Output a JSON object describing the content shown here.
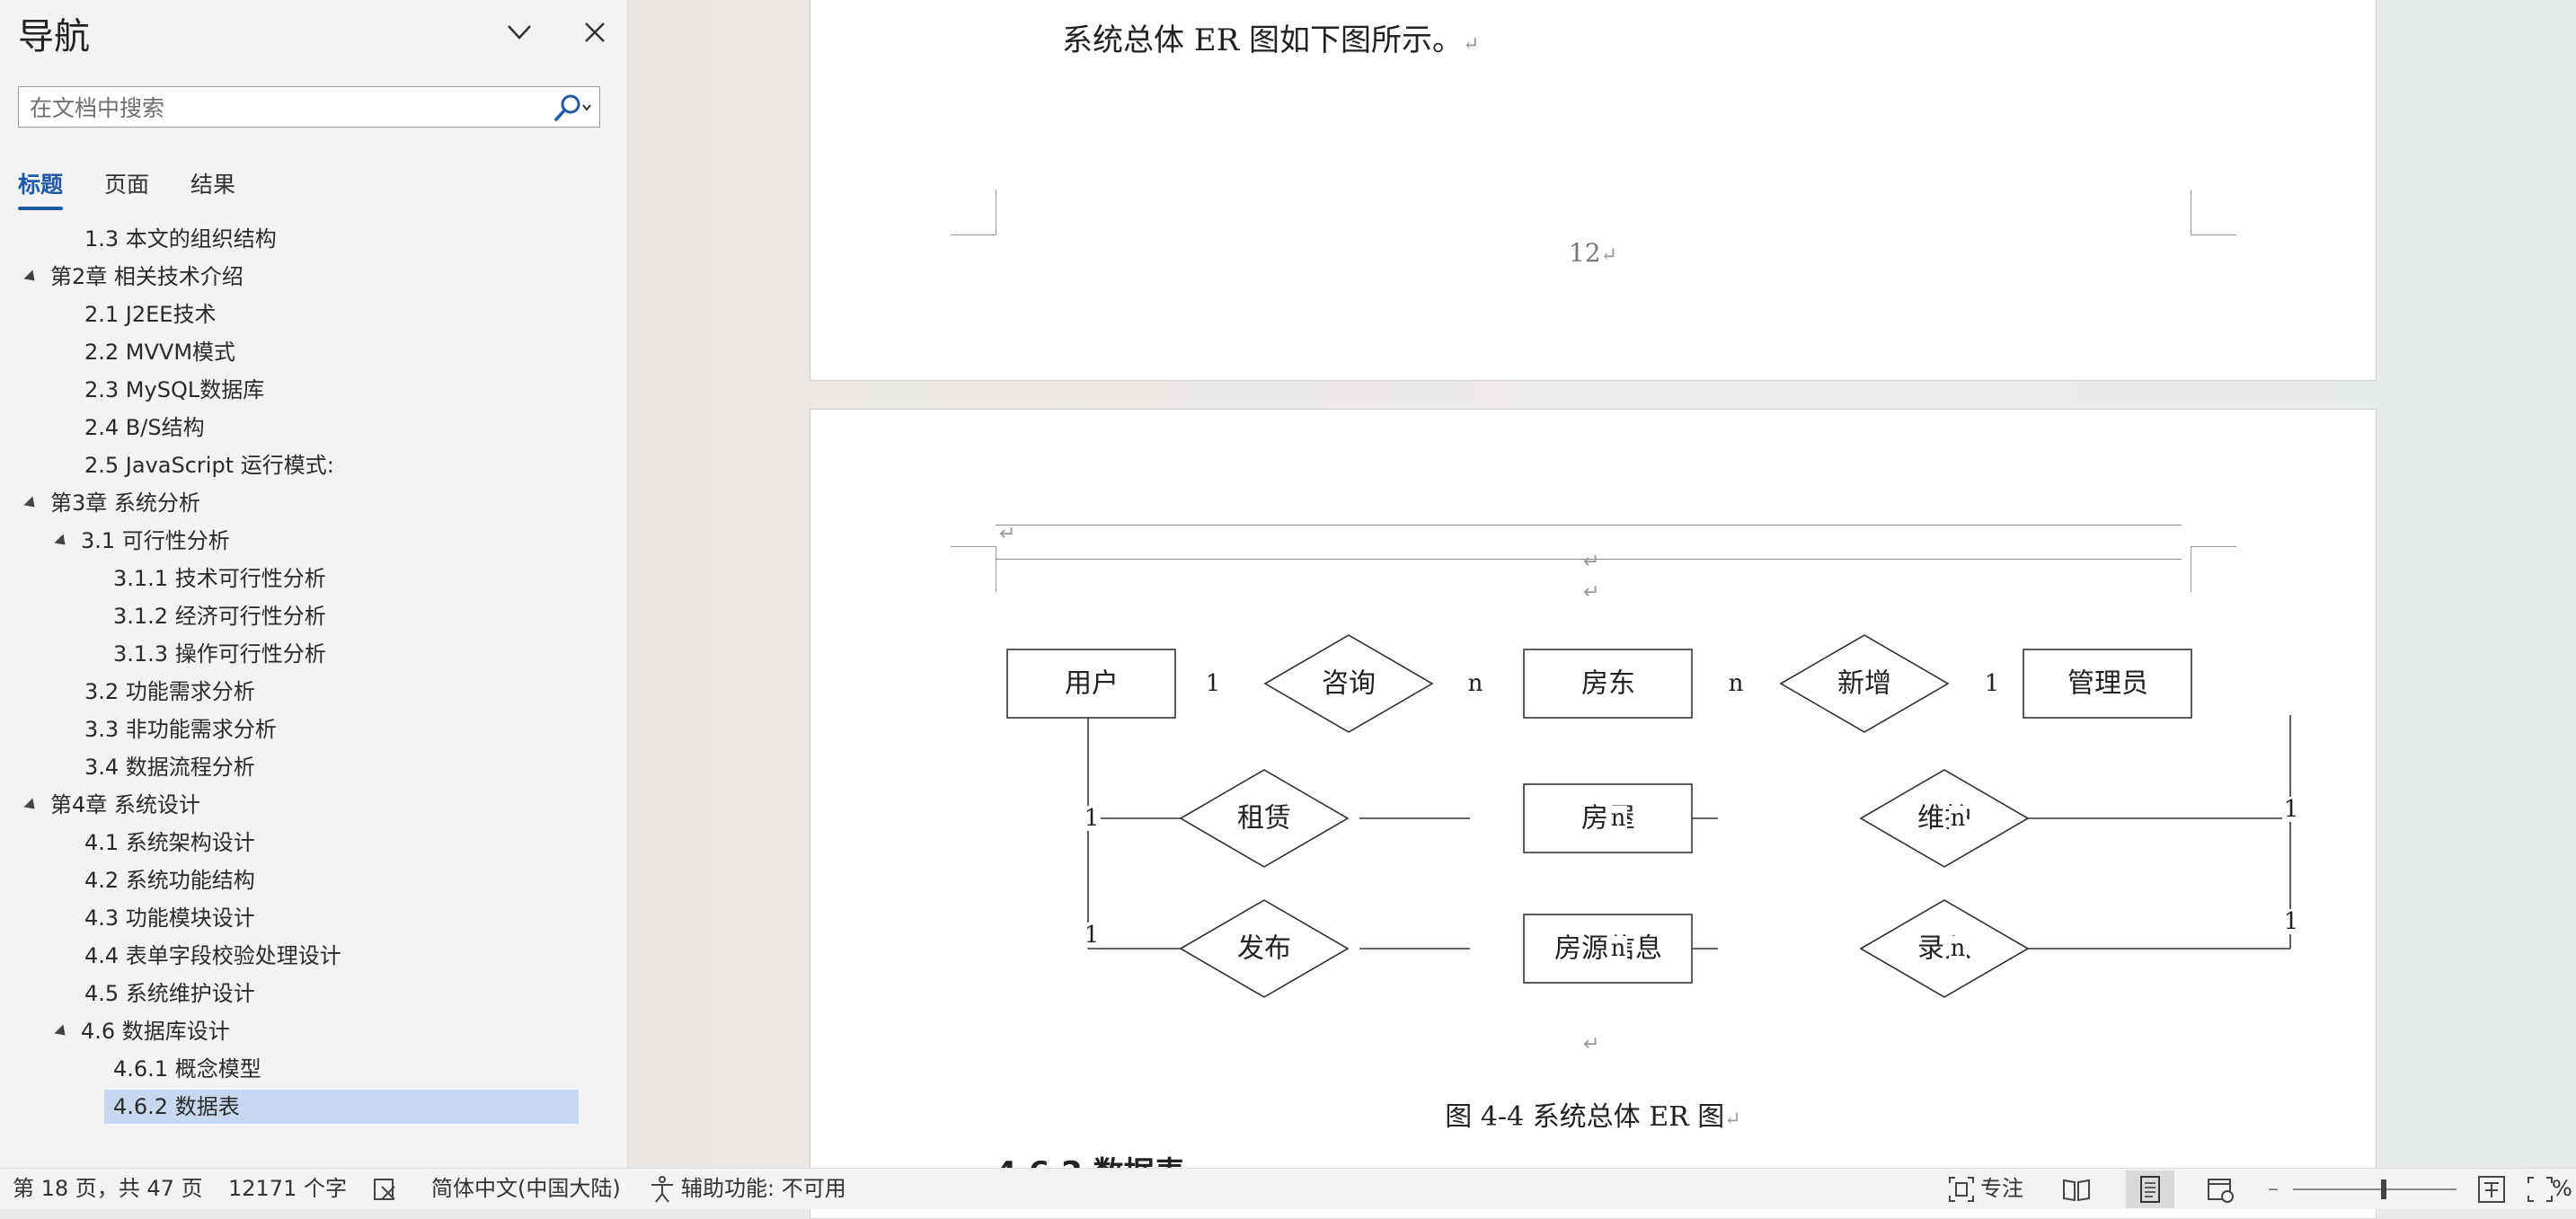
{
  "nav": {
    "title": "导航",
    "search_placeholder": "在文档中搜索",
    "tabs": [
      "标题",
      "页面",
      "结果"
    ],
    "outline": [
      {
        "text": "1.3 本文的组织结构",
        "level": 2
      },
      {
        "text": "第2章 相关技术介绍",
        "level": 1,
        "expanded": true
      },
      {
        "text": "2.1 J2EE技术",
        "level": 2
      },
      {
        "text": "2.2 MVVM模式",
        "level": 2
      },
      {
        "text": "2.3 MySQL数据库",
        "level": 2
      },
      {
        "text": "2.4 B/S结构",
        "level": 2
      },
      {
        "text": "2.5 JavaScript 运行模式:",
        "level": 2
      },
      {
        "text": "第3章 系统分析",
        "level": 1,
        "expanded": true
      },
      {
        "text": "3.1 可行性分析",
        "level": 2,
        "expanded": true
      },
      {
        "text": "3.1.1 技术可行性分析",
        "level": 3
      },
      {
        "text": "3.1.2 经济可行性分析",
        "level": 3
      },
      {
        "text": "3.1.3 操作可行性分析",
        "level": 3
      },
      {
        "text": "3.2 功能需求分析",
        "level": 2
      },
      {
        "text": "3.3 非功能需求分析",
        "level": 2
      },
      {
        "text": "3.4 数据流程分析",
        "level": 2
      },
      {
        "text": "第4章 系统设计",
        "level": 1,
        "expanded": true
      },
      {
        "text": "4.1 系统架构设计",
        "level": 2
      },
      {
        "text": "4.2 系统功能结构",
        "level": 2
      },
      {
        "text": "4.3 功能模块设计",
        "level": 2
      },
      {
        "text": "4.4 表单字段校验处理设计",
        "level": 2
      },
      {
        "text": "4.5 系统维护设计",
        "level": 2
      },
      {
        "text": "4.6 数据库设计",
        "level": 2,
        "expanded": true
      },
      {
        "text": "4.6.1 概念模型",
        "level": 3
      },
      {
        "text": "4.6.2 数据表",
        "level": 3,
        "selected": true
      }
    ]
  },
  "document": {
    "page1_text": "系统总体 ER 图如下图所示。",
    "page1_number": "12",
    "paragraph_mark": "↵",
    "figure_caption": "图 4-4 系统总体 ER 图",
    "next_heading": "4.6.2 数据表",
    "er": {
      "entities": [
        "用户",
        "房东",
        "管理员",
        "房屋",
        "房源信息"
      ],
      "relations": [
        "咨询",
        "新增",
        "租赁",
        "维护",
        "发布",
        "录入"
      ],
      "cardinalities": [
        "1",
        "n",
        "n",
        "1",
        "1",
        "n",
        "n",
        "1",
        "1",
        "n",
        "n",
        "1"
      ]
    }
  },
  "status": {
    "page": "第 18 页，共 47 页",
    "words": "12171 个字",
    "language": "简体中文(中国大陆)",
    "accessibility": "辅助功能: 不可用",
    "focus": "专注",
    "zoom_suffix": "%"
  }
}
